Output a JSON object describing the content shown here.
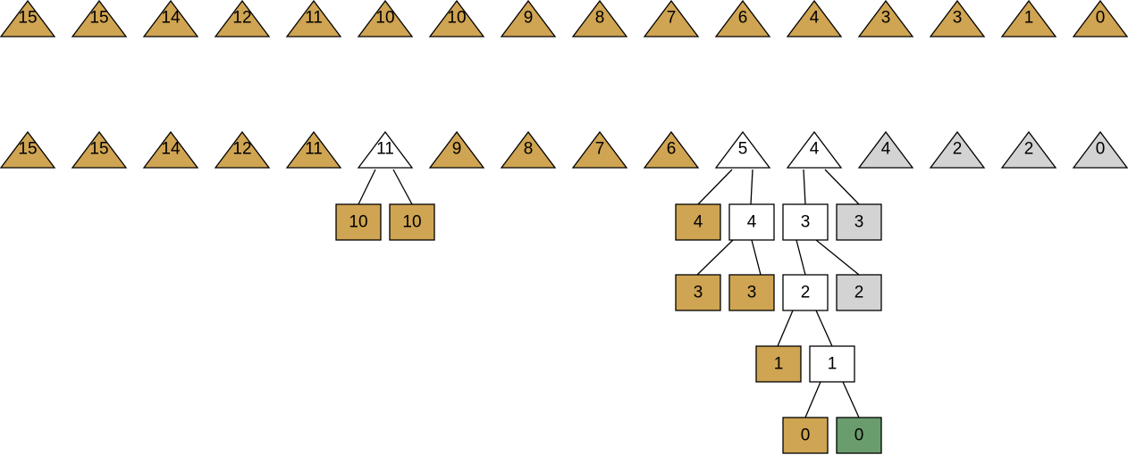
{
  "colors": {
    "gold": "#CFA452",
    "white": "#FFFFFF",
    "gray": "#D3D3D3",
    "green": "#6A9D6E",
    "stroke": "#000000"
  },
  "row1": [
    {
      "label": "15",
      "fill": "gold"
    },
    {
      "label": "15",
      "fill": "gold"
    },
    {
      "label": "14",
      "fill": "gold"
    },
    {
      "label": "12",
      "fill": "gold"
    },
    {
      "label": "11",
      "fill": "gold"
    },
    {
      "label": "10",
      "fill": "gold"
    },
    {
      "label": "10",
      "fill": "gold"
    },
    {
      "label": "9",
      "fill": "gold"
    },
    {
      "label": "8",
      "fill": "gold"
    },
    {
      "label": "7",
      "fill": "gold"
    },
    {
      "label": "6",
      "fill": "gold"
    },
    {
      "label": "4",
      "fill": "gold"
    },
    {
      "label": "3",
      "fill": "gold"
    },
    {
      "label": "3",
      "fill": "gold"
    },
    {
      "label": "1",
      "fill": "gold"
    },
    {
      "label": "0",
      "fill": "gold"
    }
  ],
  "row2": [
    {
      "label": "15",
      "fill": "gold"
    },
    {
      "label": "15",
      "fill": "gold"
    },
    {
      "label": "14",
      "fill": "gold"
    },
    {
      "label": "12",
      "fill": "gold"
    },
    {
      "label": "11",
      "fill": "gold"
    },
    {
      "label": "11",
      "fill": "white"
    },
    {
      "label": "9",
      "fill": "gold"
    },
    {
      "label": "8",
      "fill": "gold"
    },
    {
      "label": "7",
      "fill": "gold"
    },
    {
      "label": "6",
      "fill": "gold"
    },
    {
      "label": "5",
      "fill": "white"
    },
    {
      "label": "4",
      "fill": "white"
    },
    {
      "label": "4",
      "fill": "gray"
    },
    {
      "label": "2",
      "fill": "gray"
    },
    {
      "label": "2",
      "fill": "gray"
    },
    {
      "label": "0",
      "fill": "gray"
    }
  ],
  "boxes": [
    {
      "id": "b10a",
      "label": "10",
      "fill": "gold"
    },
    {
      "id": "b10b",
      "label": "10",
      "fill": "gold"
    },
    {
      "id": "b4a",
      "label": "4",
      "fill": "gold"
    },
    {
      "id": "b4b",
      "label": "4",
      "fill": "white"
    },
    {
      "id": "b3a",
      "label": "3",
      "fill": "white"
    },
    {
      "id": "b3b",
      "label": "3",
      "fill": "gray"
    },
    {
      "id": "b3c",
      "label": "3",
      "fill": "gold"
    },
    {
      "id": "b3d",
      "label": "3",
      "fill": "gold"
    },
    {
      "id": "b2a",
      "label": "2",
      "fill": "white"
    },
    {
      "id": "b2b",
      "label": "2",
      "fill": "gray"
    },
    {
      "id": "b1a",
      "label": "1",
      "fill": "gold"
    },
    {
      "id": "b1b",
      "label": "1",
      "fill": "white"
    },
    {
      "id": "b0a",
      "label": "0",
      "fill": "gold"
    },
    {
      "id": "b0b",
      "label": "0",
      "fill": "green"
    }
  ]
}
